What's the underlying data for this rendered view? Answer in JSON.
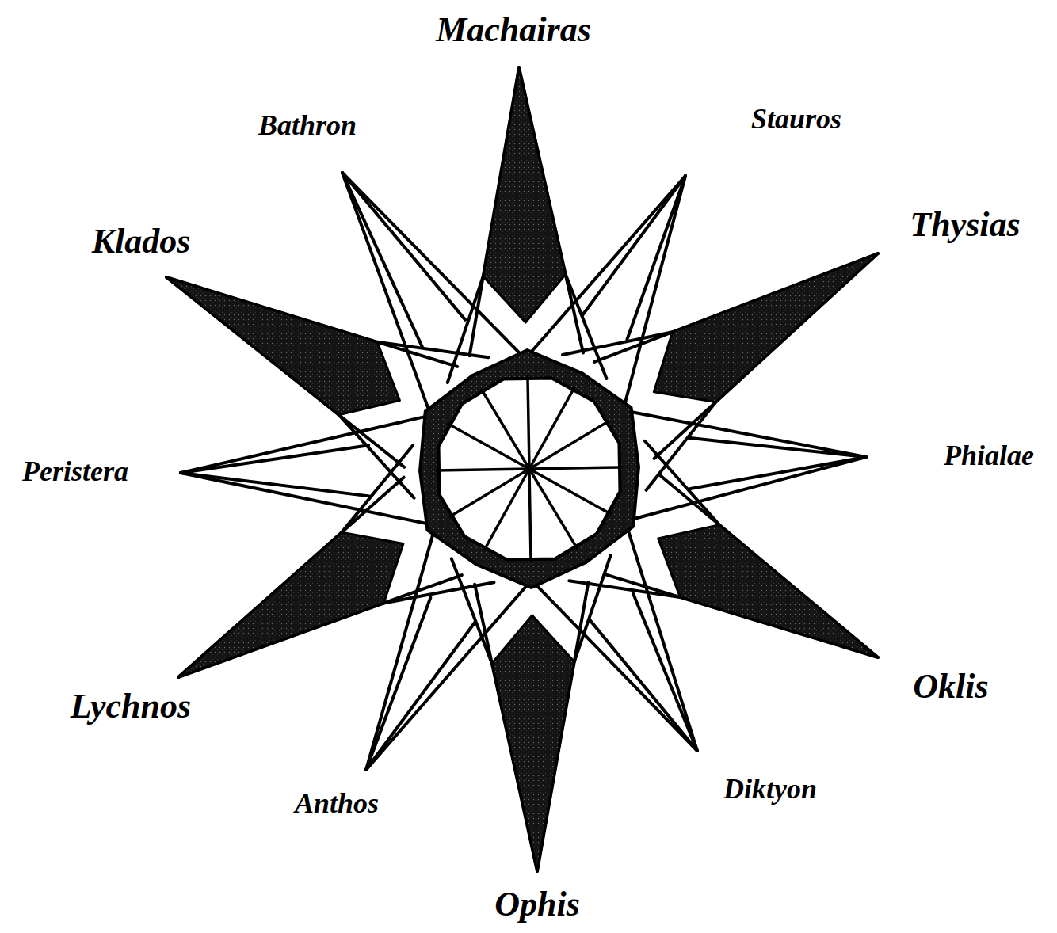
{
  "diagram": {
    "labels": [
      "Machairas",
      "Bathron",
      "Stauros",
      "Thysias",
      "Klados",
      "Phialae",
      "Peristera",
      "Oklis",
      "Lychnos",
      "Diktyon",
      "Anthos",
      "Ophis"
    ]
  }
}
